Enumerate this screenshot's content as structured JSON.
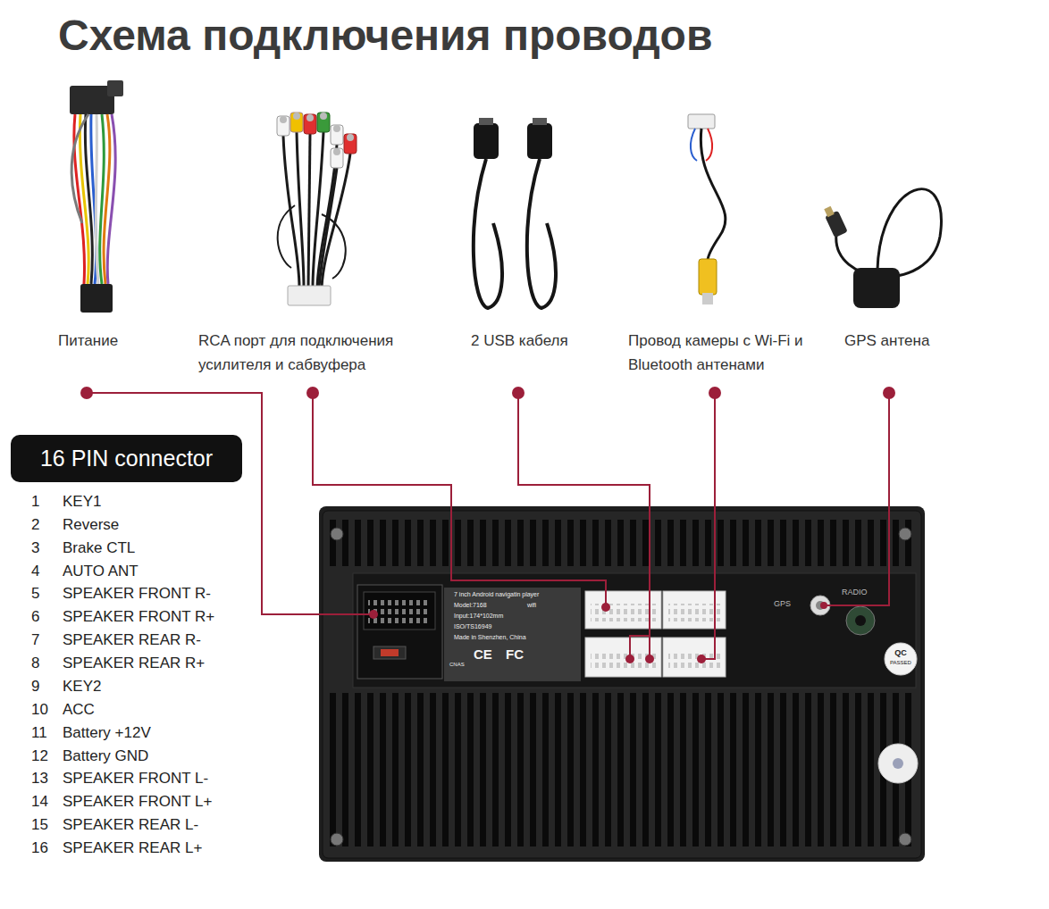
{
  "diagram": {
    "title": "Схема подключения проводов",
    "nodes": [
      {
        "text": [
          "16 PIN connector"
        ]
      }
    ],
    "labels": [
      "Питание",
      "RCA порт для подключения усилителя и сабвуфера",
      "2 USB кабеля",
      "Провод камеры с Wi-Fi и Bluetooth антенами",
      "GPS антена",
      "1",
      "KEY1",
      "2",
      "Reverse",
      "3",
      "Brake CTL",
      "4",
      "AUTO ANT",
      "5",
      "SPEAKER FRONT R-",
      "6",
      "SPEAKER FRONT R+",
      "7",
      "SPEAKER REAR R-",
      "8",
      "SPEAKER REAR R+",
      "9",
      "KEY2",
      "10",
      "ACC",
      "11",
      "Battery +12V",
      "12",
      "Battery GND",
      "13",
      "SPEAKER FRONT L-",
      "14",
      "SPEAKER FRONT L+",
      "15",
      "SPEAKER REAR L-",
      "16",
      "SPEAKER REAR L+",
      "7 inch Android navigatin player",
      "Model:7168",
      "wifi",
      "Input:174*102mm",
      "ISO/TS16949",
      "Made in Shenzhen, China",
      "CNAS",
      "CE",
      "FC",
      "GPS",
      "RADIO",
      "QC",
      "PASSED"
    ]
  }
}
